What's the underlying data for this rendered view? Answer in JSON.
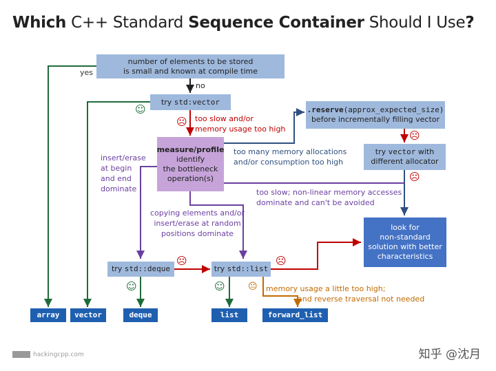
{
  "title": {
    "which": "Which",
    "cpp": "C++ Standard",
    "seq": "Sequence Container",
    "rest": "Should I Use",
    "q": "?"
  },
  "boxes": {
    "top": [
      "number of elements to be stored",
      "is small and known at compile time"
    ],
    "try_vector_prefix": "try ",
    "try_vector_code": "std:vector",
    "measure": [
      "measure/profile",
      "identify",
      "the bottleneck",
      "operation(s)"
    ],
    "reserve_code": ".reserve",
    "reserve_arg": "(approx_expected_size)",
    "reserve_line2": "before incrementally filling vector",
    "try_vector_with_prefix": "try ",
    "try_vector_with_code": "vector",
    "try_vector_with_rest": " with",
    "different_allocator": "different allocator",
    "look_for": [
      "look for",
      "non-standard",
      "solution with better",
      "characteristics"
    ],
    "try_deque_prefix": "try ",
    "try_deque_code": "std::deque",
    "try_list_prefix": "try ",
    "try_list_code": "std::list"
  },
  "outputs": {
    "array": "array",
    "vector": "vector",
    "deque": "deque",
    "list": "list",
    "forward_list": "forward_list"
  },
  "labels": {
    "yes": "yes",
    "no": "no",
    "too_slow": [
      "too slow and/or",
      "memory usage too high"
    ],
    "too_many": [
      "too many memory allocations",
      "and/or consumption too high"
    ],
    "insert_erase": [
      "insert/erase",
      "at begin",
      "and end",
      "dominate"
    ],
    "too_slow_nonlinear": [
      "too slow; non-linear memory accesses",
      "dominate and can't be avoided"
    ],
    "copying": [
      "copying elements and/or",
      "insert/erase  at random",
      "positions dominate"
    ],
    "mem_little": [
      "memory usage a little too high;",
      "and reverse traversal not needed"
    ]
  },
  "footer": {
    "site": "hackingcpp.com",
    "watermark": "知乎 @沈月"
  },
  "faces": {
    "happy": "☺",
    "sad": "☹",
    "neutral": "😐"
  },
  "colors": {
    "blue_box": "#9fb9dd",
    "lilac_box": "#c6a4da",
    "mid_box": "#4472c4",
    "dark_box": "#1f5fb0",
    "red": "#c00000",
    "green": "#1e6b3a",
    "purple": "#6b3fa0",
    "orange": "#c06a00",
    "navy": "#2f4f7f"
  }
}
